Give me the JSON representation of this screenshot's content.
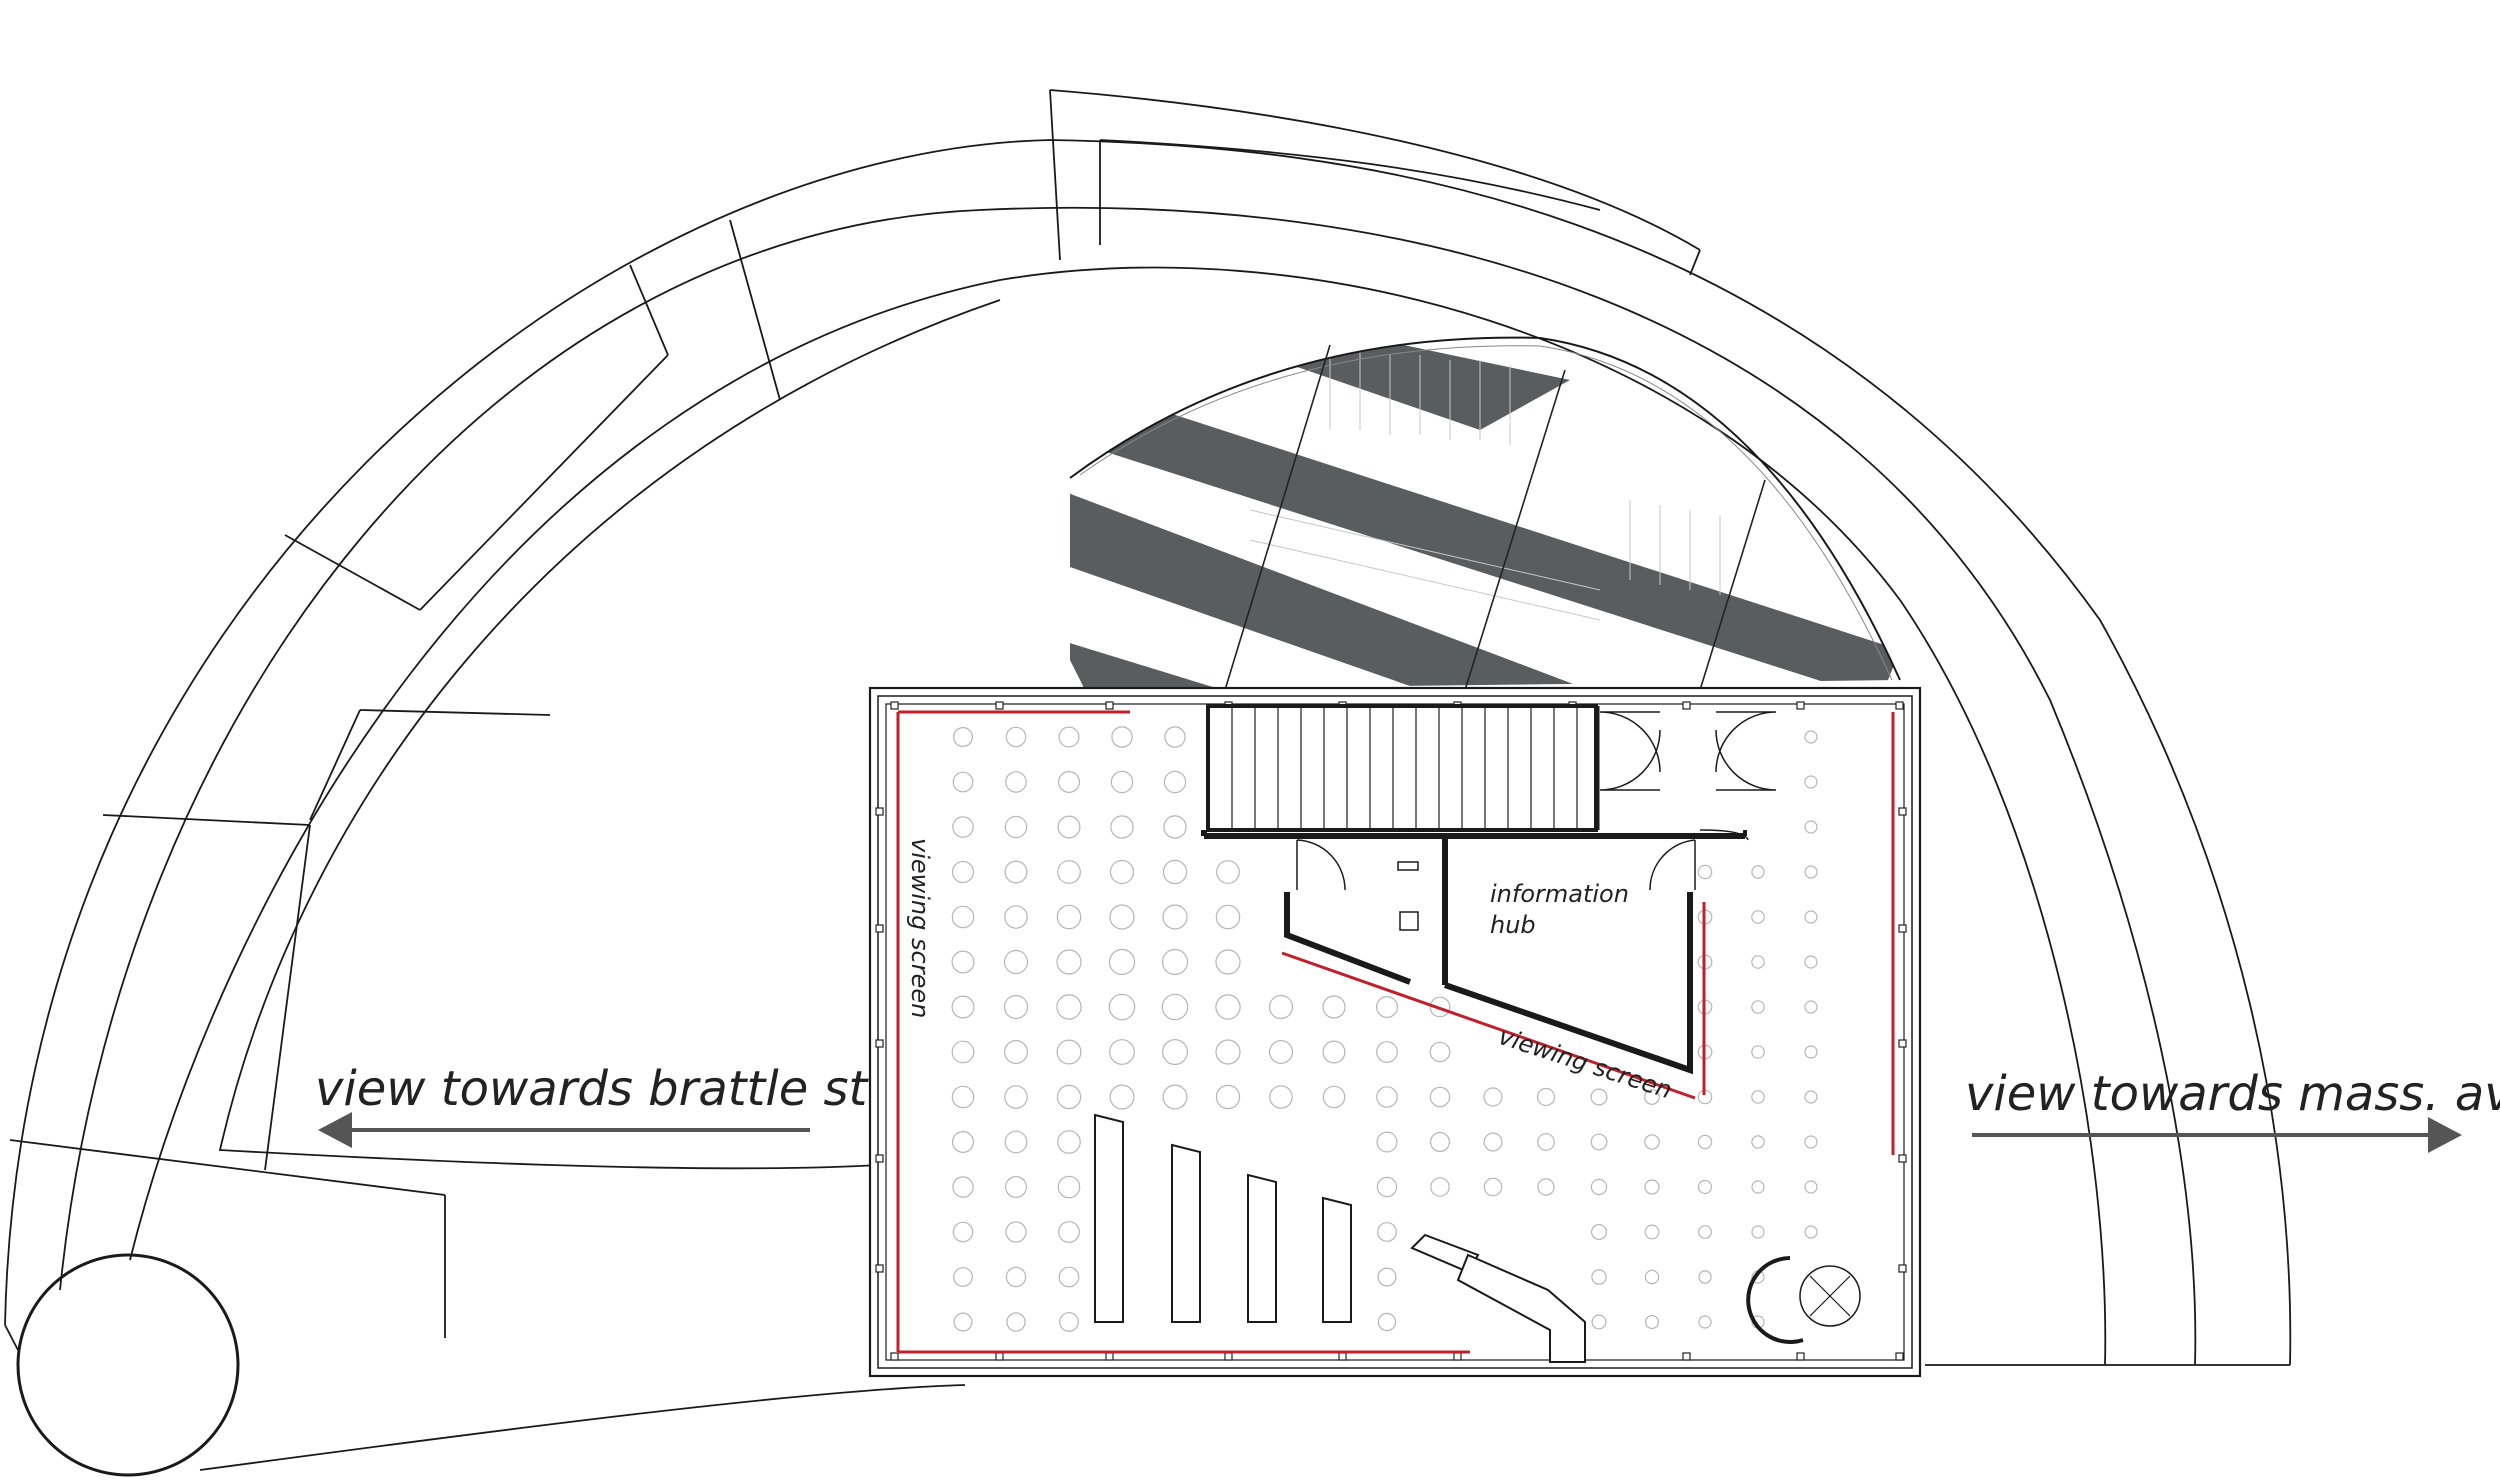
{
  "labels": {
    "view_left": "view towards brattle st",
    "view_right": "view towards mass. ave",
    "info_hub_line1": "information",
    "info_hub_line2": "hub",
    "screen_left": "viewing screen",
    "screen_diag": "viewing screen"
  },
  "colors": {
    "line": "#1a1a1a",
    "screen_red": "#c0202a",
    "stair_band": "#5a5d5e",
    "column_grey": "#b5b5b5",
    "arrow": "#555555"
  },
  "icons": {
    "arrow_left": "arrow-left-icon",
    "arrow_right": "arrow-right-icon",
    "elevator": "elevator-icon"
  }
}
